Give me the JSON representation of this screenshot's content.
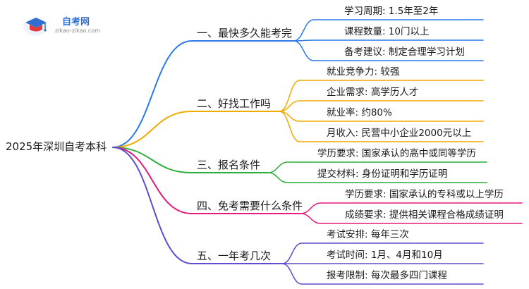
{
  "logo": {
    "name": "自考网",
    "url": "zikao-zikao.com"
  },
  "root": "2025年深圳自考本科",
  "colors": {
    "blue": "#2a79ea",
    "orange": "#f2a900",
    "green": "#2cae3a",
    "pink": "#e6197d",
    "purple": "#5a4fd0"
  },
  "branches": [
    {
      "label": "一、最快多久能考完",
      "color": "blue",
      "children": [
        "学习周期: 1.5年至2年",
        "课程数量: 10门以上",
        "备考建议: 制定合理学习计划"
      ]
    },
    {
      "label": "二、好找工作吗",
      "color": "orange",
      "children": [
        "就业竞争力: 较强",
        "企业需求: 高学历人才",
        "就业率: 约80%",
        "月收入: 民营中小企业2000元以上"
      ]
    },
    {
      "label": "三、报名条件",
      "color": "green",
      "children": [
        "学历要求: 国家承认的高中或同等学历",
        "提交材料: 身份证明和学历证明"
      ]
    },
    {
      "label": "四、免考需要什么条件",
      "color": "pink",
      "children": [
        "学历要求: 国家承认的专科或以上学历",
        "成绩要求: 提供相关课程合格成绩证明"
      ]
    },
    {
      "label": "五、一年考几次",
      "color": "purple",
      "children": [
        "考试安排: 每年三次",
        "考试时间: 1月、4月和10月",
        "报考限制: 每次最多四门课程"
      ]
    }
  ]
}
